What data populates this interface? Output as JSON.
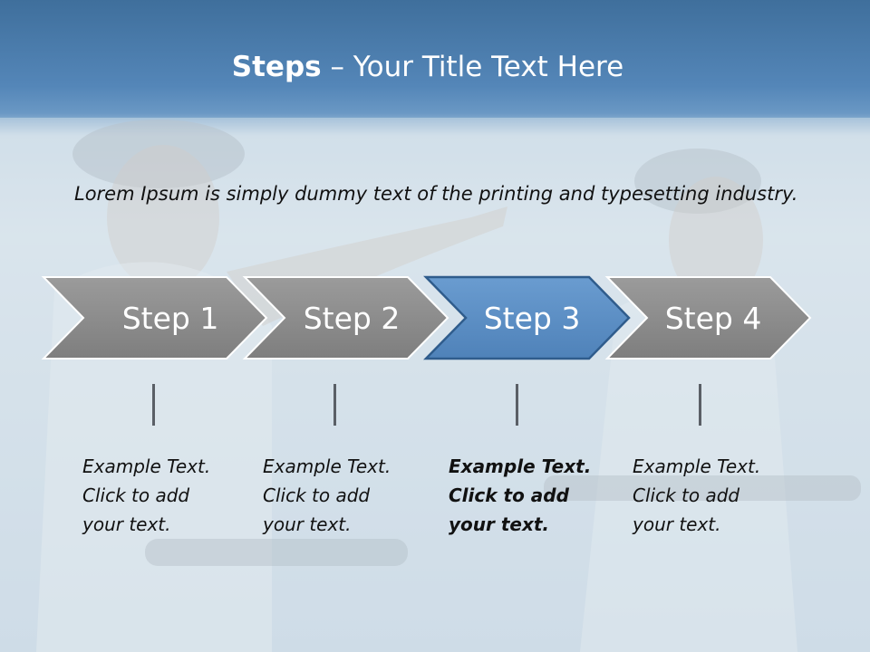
{
  "slide": {
    "title_bold": "Steps",
    "title_rest": " – Your Title Text Here",
    "intro": "Lorem Ipsum is simply dummy text of the printing and typesetting industry."
  },
  "colors": {
    "header_top": "#3f6f9c",
    "chevron_gray": "#8a8a8a",
    "chevron_active": "#5b8ec4",
    "text": "#111111"
  },
  "steps": [
    {
      "label": "Step 1",
      "text": [
        "Example Text.",
        "Click  to add",
        "your text."
      ],
      "active": false
    },
    {
      "label": "Step 2",
      "text": [
        "Example Text.",
        "Click  to add",
        "your text."
      ],
      "active": false
    },
    {
      "label": "Step 3",
      "text": [
        "Example Text.",
        "Click  to add",
        "your text."
      ],
      "active": true
    },
    {
      "label": "Step 4",
      "text": [
        "Example Text.",
        "Click  to add",
        "your text."
      ],
      "active": false
    }
  ]
}
